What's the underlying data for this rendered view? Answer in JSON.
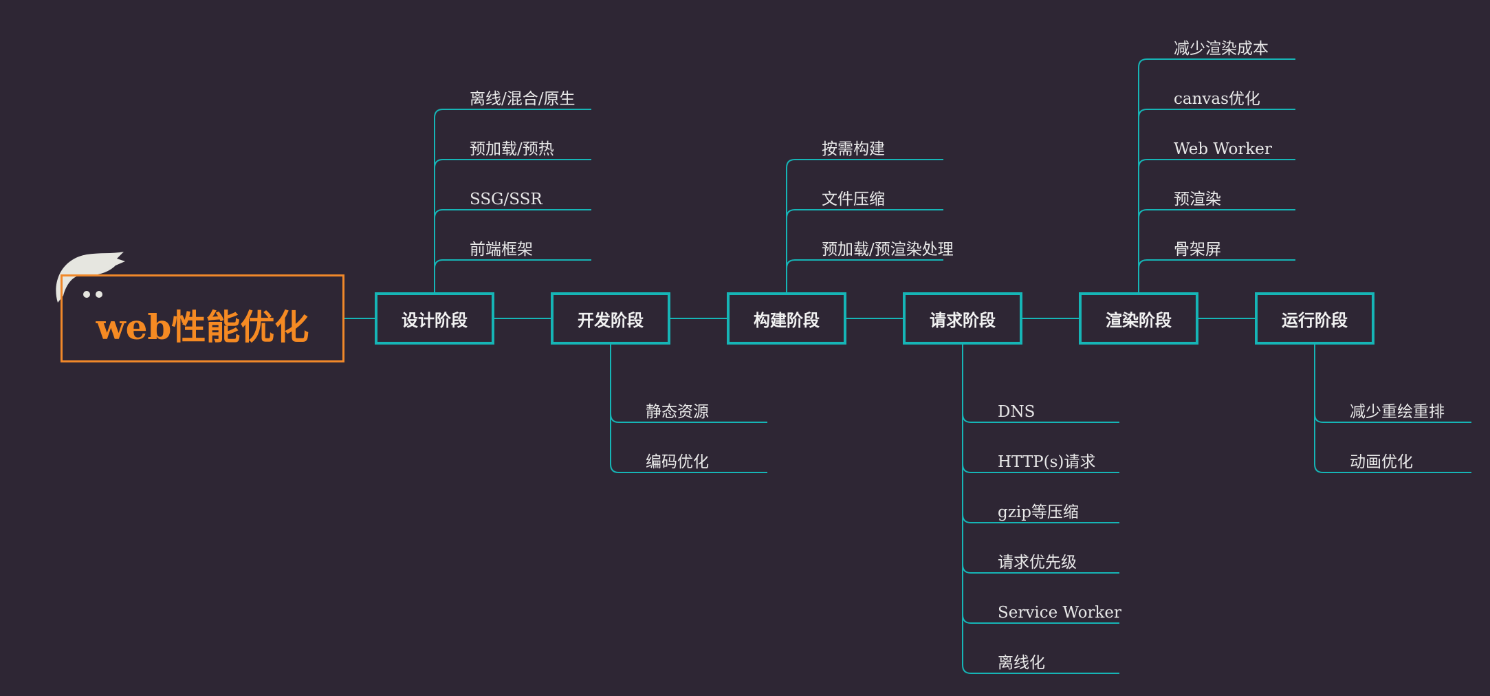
{
  "root": {
    "title": "web性能优化"
  },
  "stages": [
    {
      "label": "设计阶段",
      "children": [
        "离线/混合/原生",
        "预加载/预热",
        "SSG/SSR",
        "前端框架"
      ]
    },
    {
      "label": "开发阶段",
      "children": [
        "静态资源",
        "编码优化"
      ]
    },
    {
      "label": "构建阶段",
      "children": [
        "按需构建",
        "文件压缩",
        "预加载/预渲染处理"
      ]
    },
    {
      "label": "请求阶段",
      "children": [
        "DNS",
        "HTTP(s)请求",
        "gzip等压缩",
        "请求优先级",
        "Service Worker",
        "离线化"
      ]
    },
    {
      "label": "渲染阶段",
      "children": [
        "减少渲染成本",
        "canvas优化",
        "Web Worker",
        "预渲染",
        "骨架屏"
      ]
    },
    {
      "label": "运行阶段",
      "children": [
        "减少重绘重排",
        "动画优化"
      ]
    }
  ],
  "colors": {
    "background": "#2e2634",
    "accent": "#16b5b6",
    "root": "#f58a23",
    "text": "#e9e9e9"
  }
}
